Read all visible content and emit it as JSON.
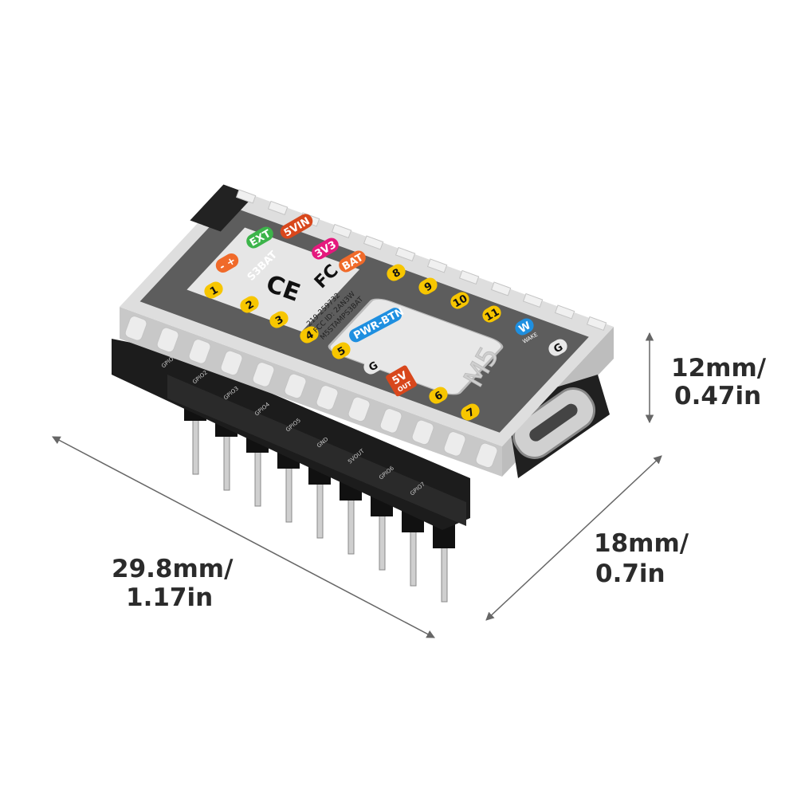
{
  "dimensions": {
    "height": {
      "line1": "12mm/",
      "line2": "0.47in"
    },
    "length": {
      "line1": "29.8mm/",
      "line2": "1.17in"
    },
    "width": {
      "line1": "18mm/",
      "line2": "0.7in"
    }
  },
  "device": {
    "model_label": "S3BAT",
    "logo": "M5",
    "cert": {
      "ce": "CE",
      "fc": "FC",
      "reg": "219-259732",
      "fcc_id": "FCC ID: 2AN3W",
      "model": "M5STAMPS3BAT"
    },
    "button_label": "PWR-BTN",
    "top_labels": [
      {
        "text": "- +",
        "color": "#f06a2a"
      },
      {
        "text": "EXT",
        "color": "#3cb44a"
      },
      {
        "text": "5VIN",
        "color": "#d8471c"
      },
      {
        "text": "3V3",
        "color": "#e5197d"
      },
      {
        "text": "BAT",
        "color": "#f06a2a"
      }
    ],
    "front_pins": [
      "1",
      "2",
      "3",
      "4",
      "5",
      "G",
      "5V",
      "6",
      "7"
    ],
    "front_pin_sub": "OUT",
    "back_pins": [
      "8",
      "9",
      "10",
      "11",
      "W",
      "G"
    ],
    "wake_label": "WAKE",
    "header_labels": [
      "GPIO1",
      "GPIO2",
      "GPIO3",
      "GPIO4",
      "GPIO5",
      "GND",
      "5VOUT",
      "GPIO6",
      "GPIO7"
    ],
    "colors": {
      "pin": "#f7c600",
      "blue": "#1e8fe0",
      "case": "#dcdcdc",
      "track": "#5a5a5a"
    }
  }
}
